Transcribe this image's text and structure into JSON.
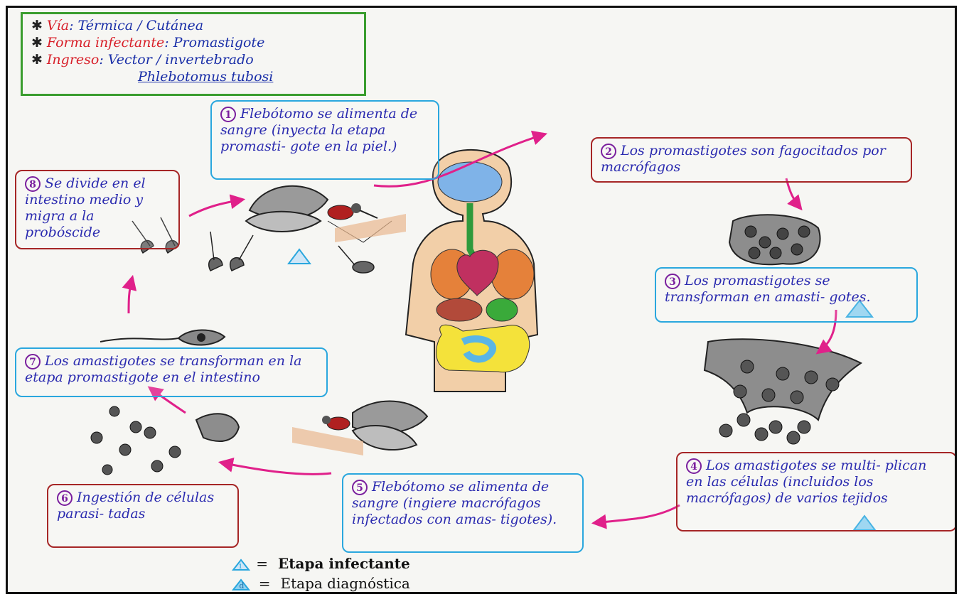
{
  "header": {
    "via_label": "Vía",
    "via_value": ": Térmica / Cutánea",
    "forma_label": "Forma infectante",
    "forma_value": ": Promastigote",
    "ingreso_label": "Ingreso",
    "ingreso_value": ": Vector / invertebrado",
    "species": "Phlebotomus tubosi"
  },
  "steps": [
    {
      "num": "1",
      "text": "Flebótomo se alimenta de sangre (inyecta la etapa promasti- gote en la piel.)"
    },
    {
      "num": "2",
      "text": "Los promastigotes son fagocitados por macrófagos"
    },
    {
      "num": "3",
      "text": "Los promastigotes se transforman en amasti- gotes."
    },
    {
      "num": "4",
      "text": "Los amastigotes se multi- plican en las células (incluidos los macrófagos) de varios tejidos"
    },
    {
      "num": "5",
      "text": "Flebótomo se alimenta de sangre (ingiere macrófagos infectados con amas- tigotes)."
    },
    {
      "num": "6",
      "text": "Ingestión de células parasi- tadas"
    },
    {
      "num": "7",
      "text": "Los amastigotes se transforman en la etapa promastigote en el intestino"
    },
    {
      "num": "8",
      "text": "Se divide en el intestino medio y migra a la probóscide"
    }
  ],
  "legend": {
    "infective_symbol": "i",
    "infective_eq": "=",
    "infective": "Etapa infectante",
    "diagnostic_symbol": "d",
    "diagnostic_eq": "=",
    "diagnostic": "Etapa diagnóstica"
  },
  "colors": {
    "arrow": "#e0208a",
    "blue_border": "#2aa7de",
    "red_border": "#a62626",
    "green_border": "#3a9d2e",
    "text": "#2b2bb0"
  }
}
